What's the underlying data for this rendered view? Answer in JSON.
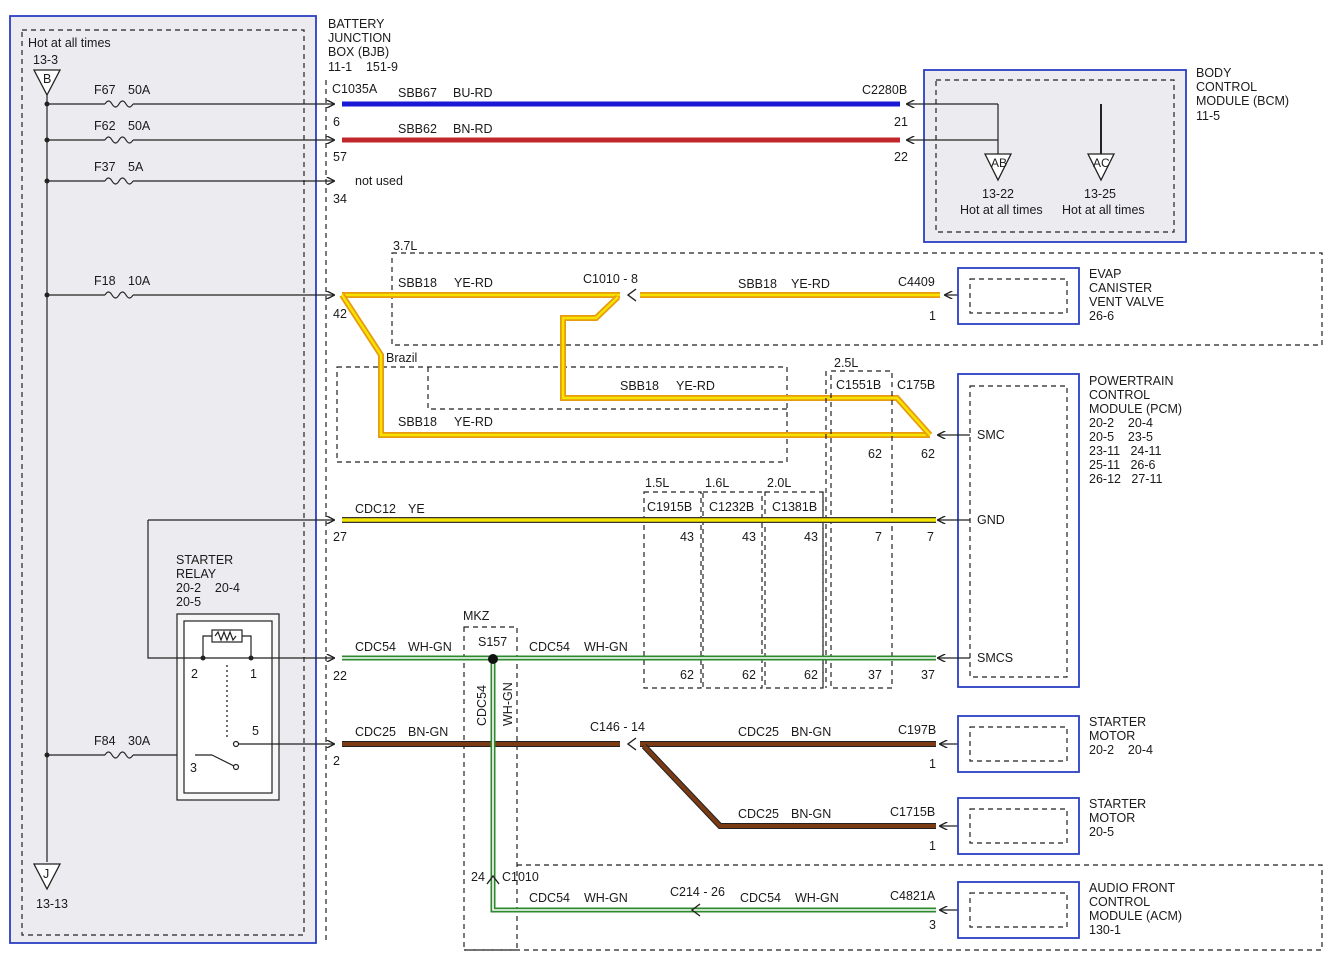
{
  "bjb": {
    "hot_label": "Hot at all times",
    "top_ref": "13-3",
    "top_conn": "B",
    "bottom_conn": "J",
    "bottom_ref": "13-13",
    "title": [
      "BATTERY",
      "JUNCTION",
      "BOX (BJB)",
      "11-1    151-9"
    ],
    "fuses": [
      {
        "name": "F67",
        "rating": "50A"
      },
      {
        "name": "F62",
        "rating": "50A"
      },
      {
        "name": "F37",
        "rating": "5A"
      },
      {
        "name": "F18",
        "rating": "10A"
      },
      {
        "name": "F84",
        "rating": "30A"
      }
    ],
    "connector": "C1035A",
    "pins": [
      "6",
      "57",
      "34",
      "42",
      "27",
      "22",
      "2"
    ],
    "not_used": "not used"
  },
  "relay": {
    "title": [
      "STARTER",
      "RELAY",
      "20-2    20-4",
      "20-5"
    ],
    "pins": [
      "2",
      "1",
      "5",
      "3"
    ]
  },
  "bcm": {
    "title": [
      "BODY",
      "CONTROL",
      "MODULE (BCM)",
      "11-5"
    ],
    "connector": "C2280B",
    "pins": [
      "21",
      "22"
    ],
    "ab": {
      "conn": "AB",
      "ref": "13-22",
      "label": "Hot at all times"
    },
    "ac": {
      "conn": "AC",
      "ref": "13-25",
      "label": "Hot at all times"
    }
  },
  "wires": {
    "sbb67": {
      "circuit": "SBB67",
      "color": "BU-RD"
    },
    "sbb62": {
      "circuit": "SBB62",
      "color": "BN-RD"
    },
    "sbb18": {
      "circuit": "SBB18",
      "color": "YE-RD"
    },
    "cdc12": {
      "circuit": "CDC12",
      "color": "YE"
    },
    "cdc54": {
      "circuit": "CDC54",
      "color": "WH-GN"
    },
    "cdc25": {
      "circuit": "CDC25",
      "color": "BN-GN"
    }
  },
  "option_labels": {
    "l37": "3.7L",
    "brazil": "Brazil",
    "l25": "2.5L",
    "l15": "1.5L",
    "l16": "1.6L",
    "l20": "2.0L",
    "mkz": "MKZ"
  },
  "connectors": {
    "c1010_8": "C1010 - 8",
    "c4409": "C4409",
    "c4409_pin": "1",
    "c1551b": "C1551B",
    "c175b": "C175B",
    "c1915b": "C1915B",
    "c1232b": "C1232B",
    "c1381b": "C1381B",
    "s157": "S157",
    "c146_14": "C146 - 14",
    "c197b": "C197B",
    "c197b_pin": "1",
    "c1715b": "C1715B",
    "c1715b_pin": "1",
    "c1010": "C1010",
    "c1010_pin": "24",
    "c214_26": "C214 - 26",
    "c4821a": "C4821A",
    "c4821a_pin": "3",
    "pins_62": "62",
    "pins_43": "43",
    "pins_7": "7",
    "pins_37": "37"
  },
  "evap": {
    "title": [
      "EVAP",
      "CANISTER",
      "VENT VALVE",
      "26-6"
    ]
  },
  "pcm": {
    "title": [
      "POWERTRAIN",
      "CONTROL",
      "MODULE (PCM)",
      "20-2    20-4",
      "20-5    23-5",
      "23-11   24-11",
      "25-11   26-6",
      "26-12   27-11"
    ],
    "smc": "SMC",
    "gnd": "GND",
    "smcs": "SMCS"
  },
  "starter1": {
    "title": [
      "STARTER",
      "MOTOR",
      "20-2    20-4"
    ]
  },
  "starter2": {
    "title": [
      "STARTER",
      "MOTOR",
      "20-5"
    ]
  },
  "acm": {
    "title": [
      "AUDIO FRONT",
      "CONTROL",
      "MODULE (ACM)",
      "130-1"
    ]
  },
  "colors": {
    "blue_wire": "#1a1ad6",
    "red_wire": "#c0262a",
    "yellow": "#f0e000",
    "orange": "#e89a10",
    "brown": "#7a3a14",
    "green": "#2e8a2e",
    "box_border": "#2b3fc4"
  }
}
